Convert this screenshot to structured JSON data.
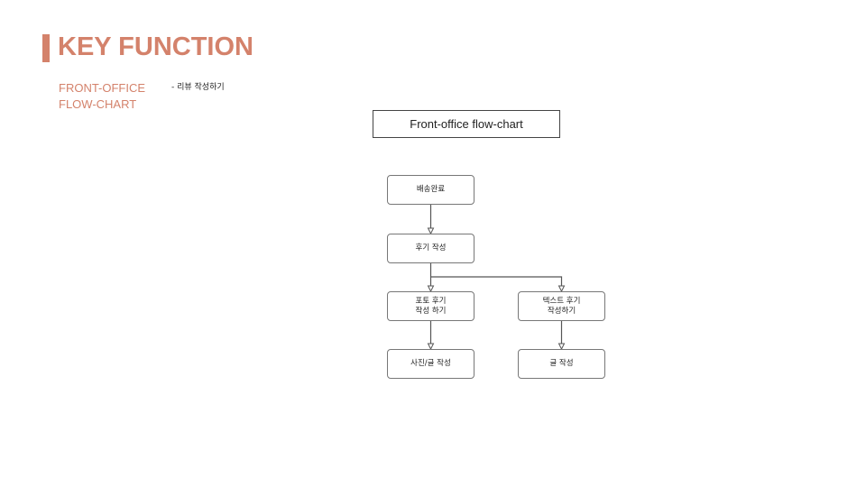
{
  "header": {
    "title": "KEY FUNCTION",
    "section_line1": "FRONT-OFFICE",
    "section_line2": "FLOW-CHART",
    "subnote": "- 리뷰 작성하기",
    "accent_color": "#d4826b"
  },
  "flowchart": {
    "title": "Front-office flow-chart",
    "nodes": {
      "delivery_complete": "배송완료",
      "write_review": "후기 작성",
      "photo_review": "포토 후기\n작성 하기",
      "text_review": "텍스트 후기\n작성하기",
      "write_photo_text": "사진/글 작성",
      "write_text": "글 작성"
    }
  }
}
